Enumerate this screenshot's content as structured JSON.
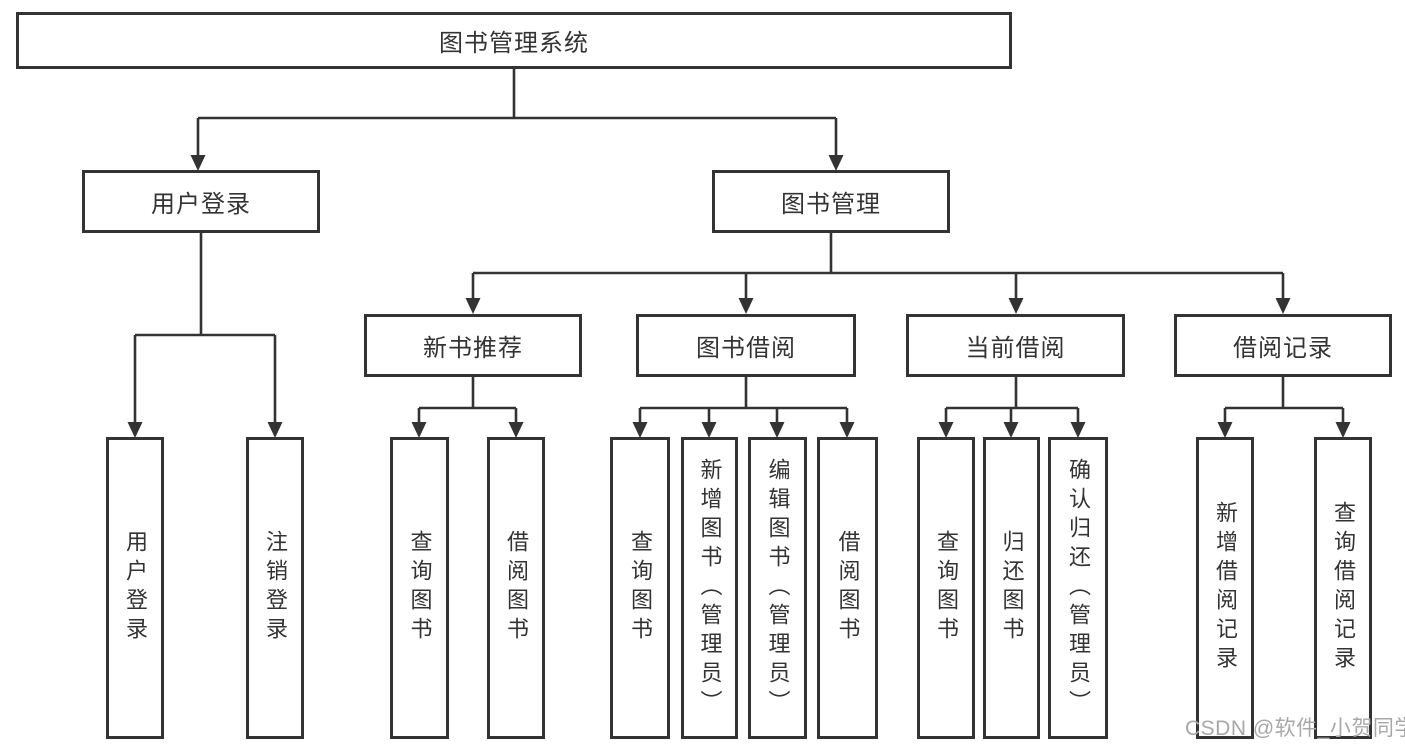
{
  "diagram": {
    "type": "hierarchy-functional-structure",
    "colors": {
      "line": "#333333",
      "box_border": "#333333",
      "box_background": "#ffffff",
      "text": "#333333",
      "watermark_text": "#a8a8a8",
      "page_background": "#ffffff"
    }
  },
  "tree": {
    "label": "图书管理系统",
    "children": [
      {
        "label": "用户登录",
        "children": [
          {
            "label": "用户登录"
          },
          {
            "label": "注销登录"
          }
        ]
      },
      {
        "label": "图书管理",
        "children": [
          {
            "label": "新书推荐",
            "children": [
              {
                "label": "查询图书"
              },
              {
                "label": "借阅图书"
              }
            ]
          },
          {
            "label": "图书借阅",
            "children": [
              {
                "label": "查询图书"
              },
              {
                "label": "新增图书（管理员）"
              },
              {
                "label": "编辑图书（管理员）"
              },
              {
                "label": "借阅图书"
              }
            ]
          },
          {
            "label": "当前借阅",
            "children": [
              {
                "label": "查询图书"
              },
              {
                "label": "归还图书"
              },
              {
                "label": "确认归还（管理员）"
              }
            ]
          },
          {
            "label": "借阅记录",
            "children": [
              {
                "label": "新增借阅记录"
              },
              {
                "label": "查询借阅记录"
              }
            ]
          }
        ]
      }
    ]
  },
  "watermark": {
    "text": "CSDN @软件_小贺同学"
  }
}
